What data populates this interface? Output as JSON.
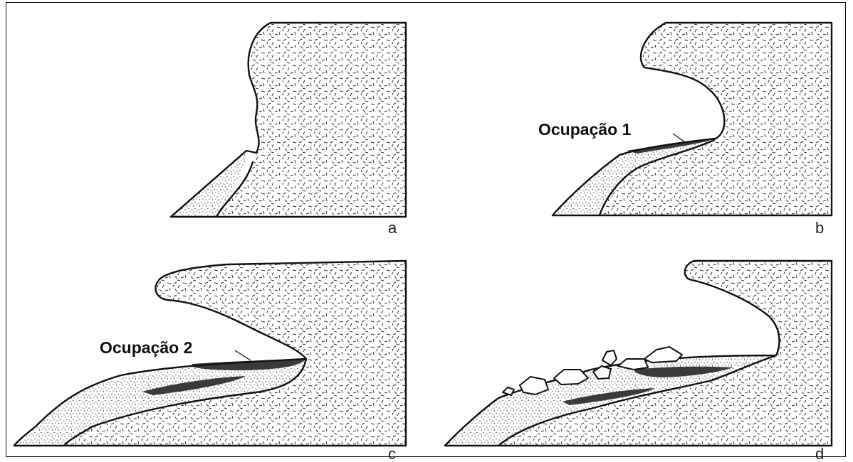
{
  "panels": [
    {
      "letter": "a"
    },
    {
      "letter": "b",
      "callout": "Ocupação 1"
    },
    {
      "letter": "c",
      "callout": "Ocupação 2"
    },
    {
      "letter": "d"
    }
  ]
}
